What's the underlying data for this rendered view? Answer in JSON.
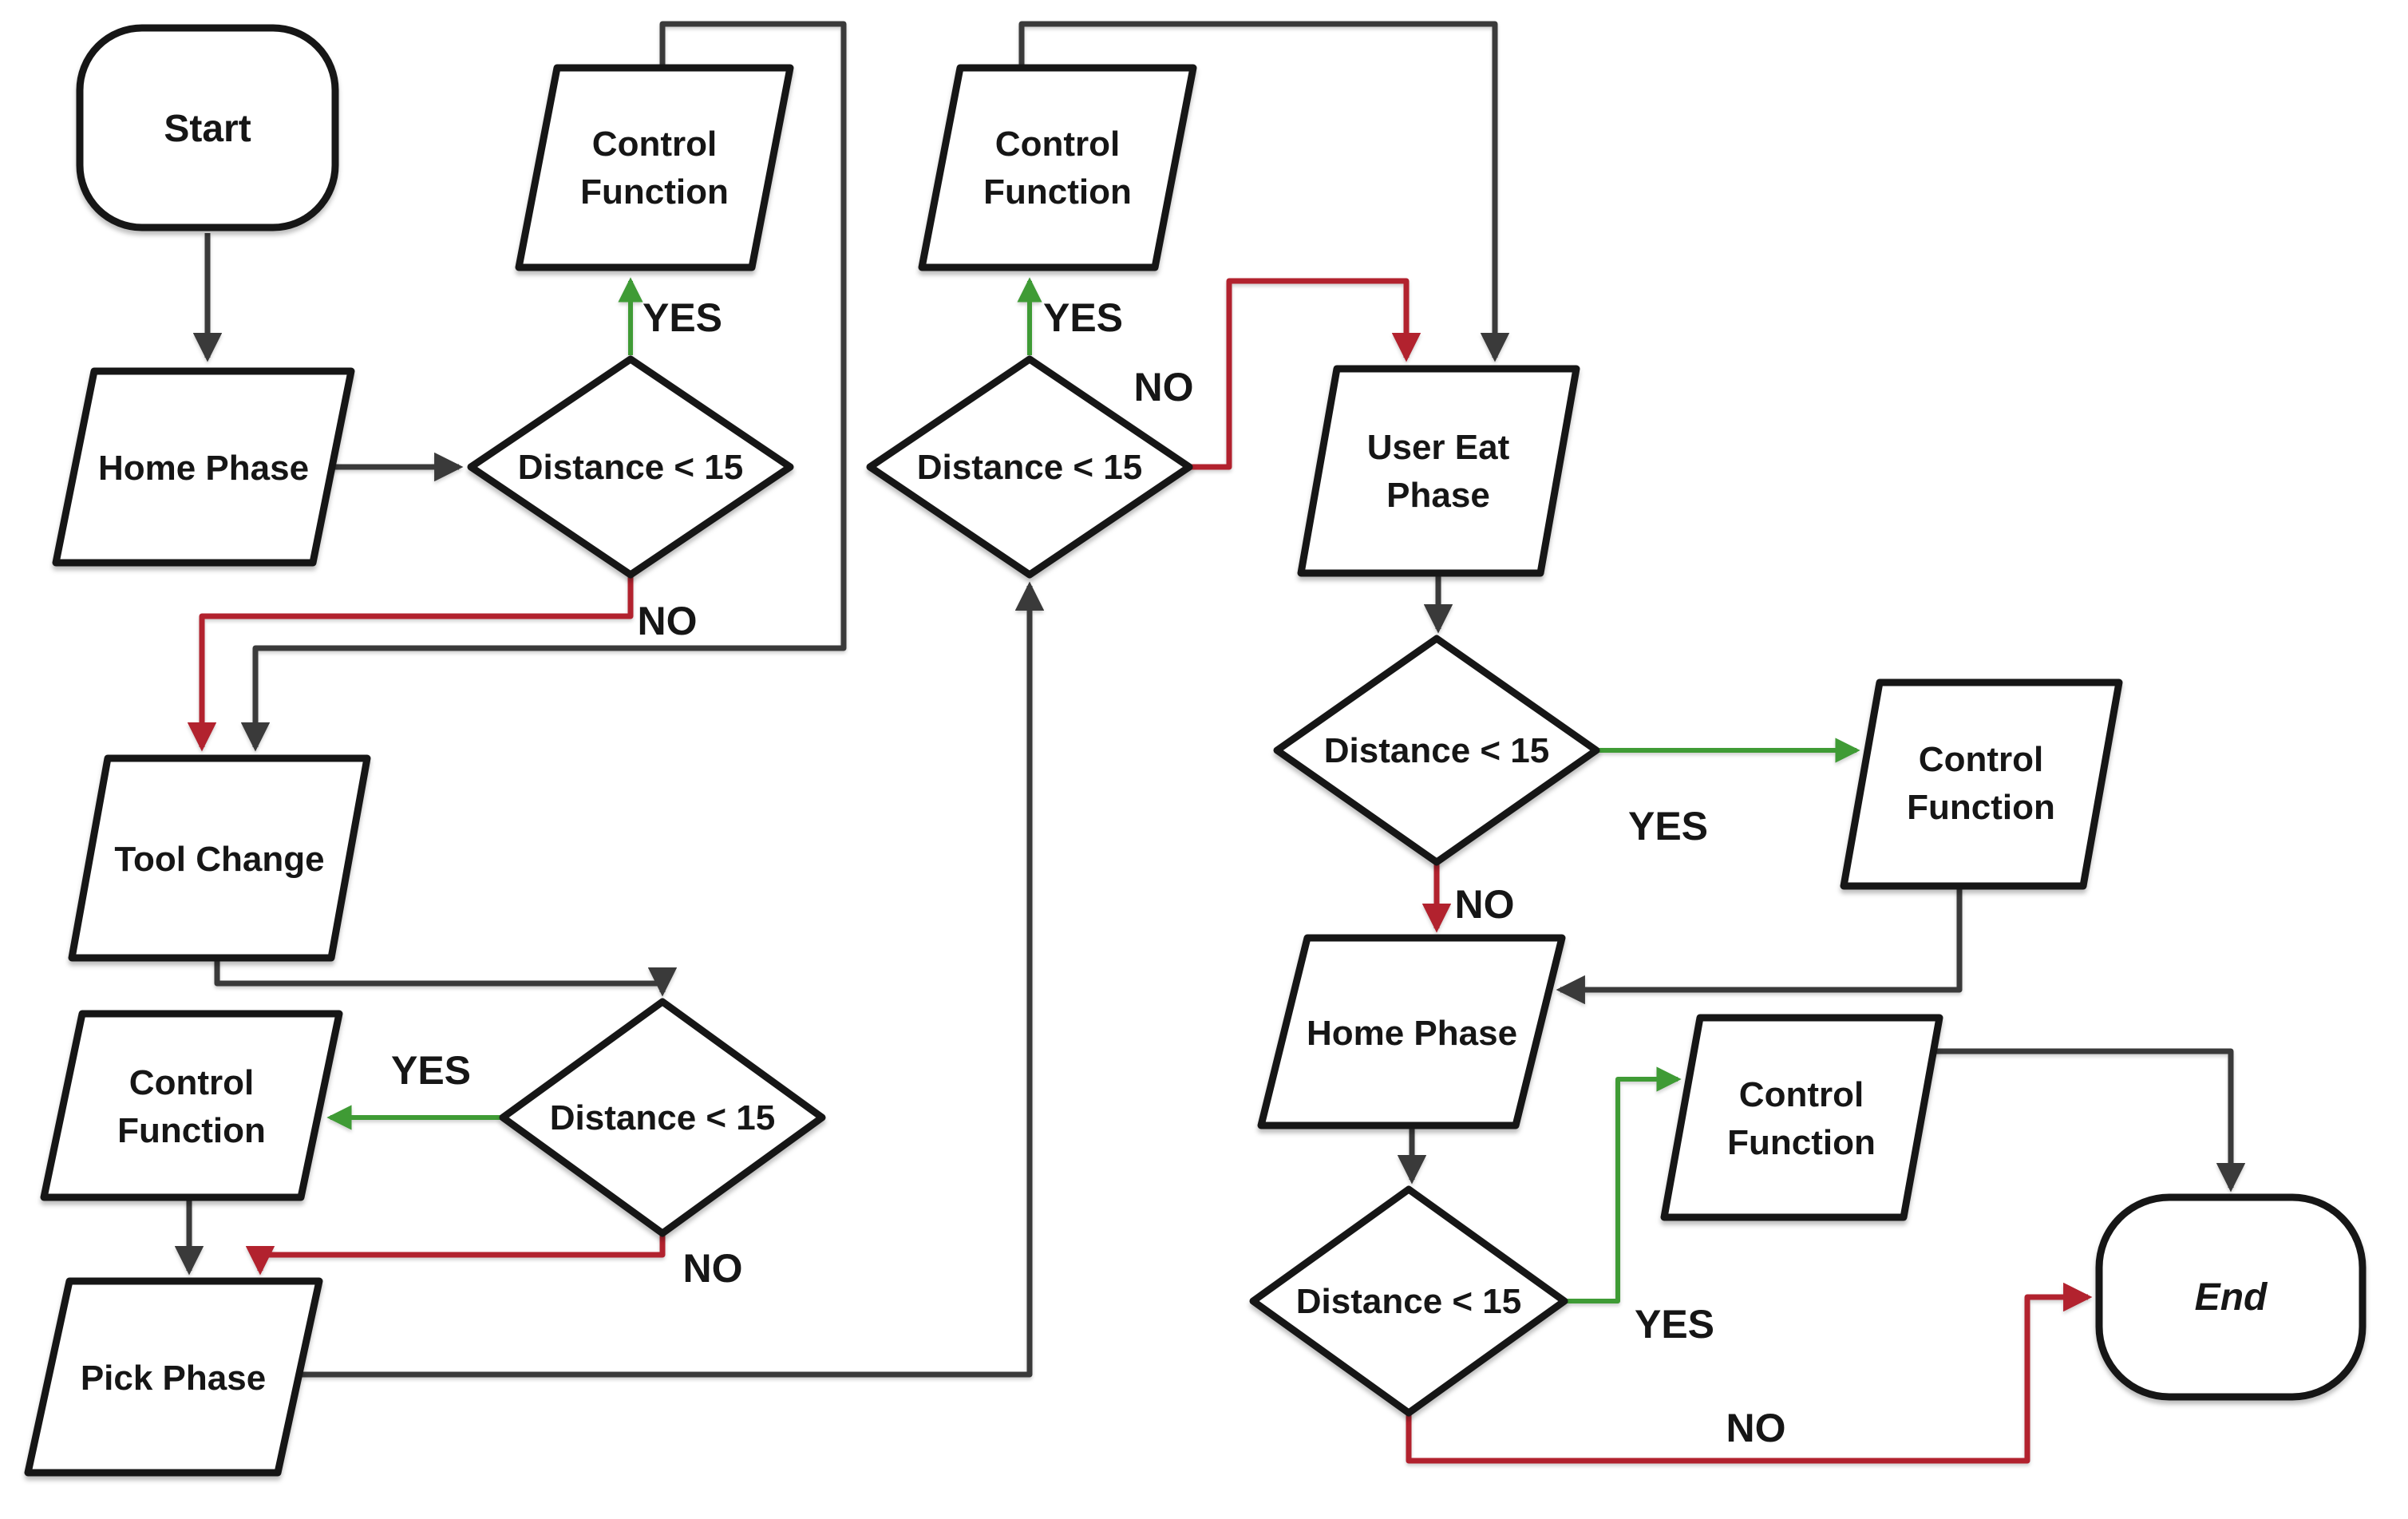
{
  "flowchart": {
    "colors": {
      "background": "#ffffff",
      "shape_fill": "#ffffff",
      "shape_stroke": "#161616",
      "connector": "#3a3a3a",
      "yes_branch": "#3f9b35",
      "no_branch": "#b2222e",
      "text": "#161616"
    },
    "nodes": {
      "start": {
        "type": "terminator",
        "label": "Start"
      },
      "home_phase_1": {
        "type": "process",
        "label": "Home Phase"
      },
      "decision_1": {
        "type": "decision",
        "label": "Distance < 15"
      },
      "control_function_1": {
        "type": "process",
        "lines": [
          "Control",
          "Function"
        ]
      },
      "tool_change": {
        "type": "process",
        "label": "Tool Change"
      },
      "decision_2": {
        "type": "decision",
        "label": "Distance < 15"
      },
      "control_function_2": {
        "type": "process",
        "lines": [
          "Control",
          "Function"
        ]
      },
      "pick_phase": {
        "type": "process",
        "label": "Pick Phase"
      },
      "decision_3": {
        "type": "decision",
        "label": "Distance < 15"
      },
      "control_function_3": {
        "type": "process",
        "lines": [
          "Control",
          "Function"
        ]
      },
      "user_eat_phase": {
        "type": "process",
        "lines": [
          "User Eat",
          "Phase"
        ]
      },
      "decision_4": {
        "type": "decision",
        "label": "Distance < 15"
      },
      "control_function_4": {
        "type": "process",
        "lines": [
          "Control",
          "Function"
        ]
      },
      "home_phase_2": {
        "type": "process",
        "label": "Home Phase"
      },
      "decision_5": {
        "type": "decision",
        "label": "Distance < 15"
      },
      "control_function_5": {
        "type": "process",
        "lines": [
          "Control",
          "Function"
        ]
      },
      "end": {
        "type": "terminator",
        "label": "End"
      }
    },
    "branches": {
      "d1_yes": "YES",
      "d1_no": "NO",
      "d2_yes": "YES",
      "d2_no": "NO",
      "d3_yes": "YES",
      "d3_no": "NO",
      "d4_yes": "YES",
      "d4_no": "NO",
      "d5_yes": "YES",
      "d5_no": "NO"
    },
    "connections": [
      {
        "from": "start",
        "to": "home_phase_1"
      },
      {
        "from": "home_phase_1",
        "to": "decision_1"
      },
      {
        "from": "decision_1",
        "to": "control_function_1",
        "branch": "YES"
      },
      {
        "from": "decision_1",
        "to": "tool_change",
        "branch": "NO"
      },
      {
        "from": "control_function_1",
        "to": "tool_change"
      },
      {
        "from": "tool_change",
        "to": "decision_2"
      },
      {
        "from": "decision_2",
        "to": "control_function_2",
        "branch": "YES"
      },
      {
        "from": "decision_2",
        "to": "pick_phase",
        "branch": "NO"
      },
      {
        "from": "control_function_2",
        "to": "pick_phase"
      },
      {
        "from": "pick_phase",
        "to": "decision_3"
      },
      {
        "from": "decision_3",
        "to": "control_function_3",
        "branch": "YES"
      },
      {
        "from": "decision_3",
        "to": "user_eat_phase",
        "branch": "NO"
      },
      {
        "from": "control_function_3",
        "to": "user_eat_phase"
      },
      {
        "from": "user_eat_phase",
        "to": "decision_4"
      },
      {
        "from": "decision_4",
        "to": "control_function_4",
        "branch": "YES"
      },
      {
        "from": "decision_4",
        "to": "home_phase_2",
        "branch": "NO"
      },
      {
        "from": "control_function_4",
        "to": "home_phase_2"
      },
      {
        "from": "home_phase_2",
        "to": "decision_5"
      },
      {
        "from": "decision_5",
        "to": "control_function_5",
        "branch": "YES"
      },
      {
        "from": "decision_5",
        "to": "end",
        "branch": "NO"
      },
      {
        "from": "control_function_5",
        "to": "end"
      }
    ]
  }
}
